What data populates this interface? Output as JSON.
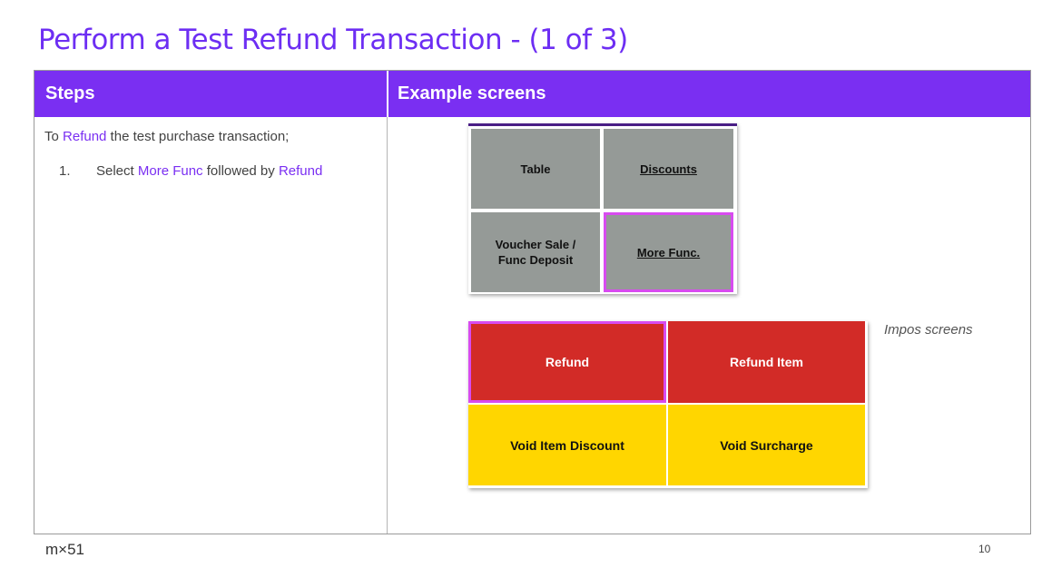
{
  "title": "Perform a Test Refund Transaction - (1 of 3)",
  "table": {
    "headers": [
      "Steps",
      "Example screens"
    ]
  },
  "steps": {
    "intro_prefix": "To ",
    "intro_highlight": "Refund",
    "intro_suffix": " the test purchase transaction;",
    "items": [
      {
        "number": "1.",
        "prefix": "Select ",
        "highlight1": "More Func",
        "middle": " followed by ",
        "highlight2": "Refund"
      }
    ]
  },
  "screen_1": {
    "buttons": [
      "Table",
      "Discounts",
      "Voucher Sale / Func Deposit",
      "More Func."
    ],
    "highlighted": "More Func."
  },
  "screen_2": {
    "buttons": [
      "Refund",
      "Refund Item",
      "Void Item Discount",
      "Void Surcharge"
    ],
    "highlighted": "Refund"
  },
  "caption": "Impos screens",
  "footer": {
    "logo": "m×51",
    "page_number": "10"
  },
  "colors": {
    "accent": "#7a2ff2",
    "title": "#6d2ef3",
    "highlight_outline": "#d84bf0",
    "red_button": "#d22b27",
    "yellow_button": "#ffd600",
    "grey_button": "#959a97"
  }
}
